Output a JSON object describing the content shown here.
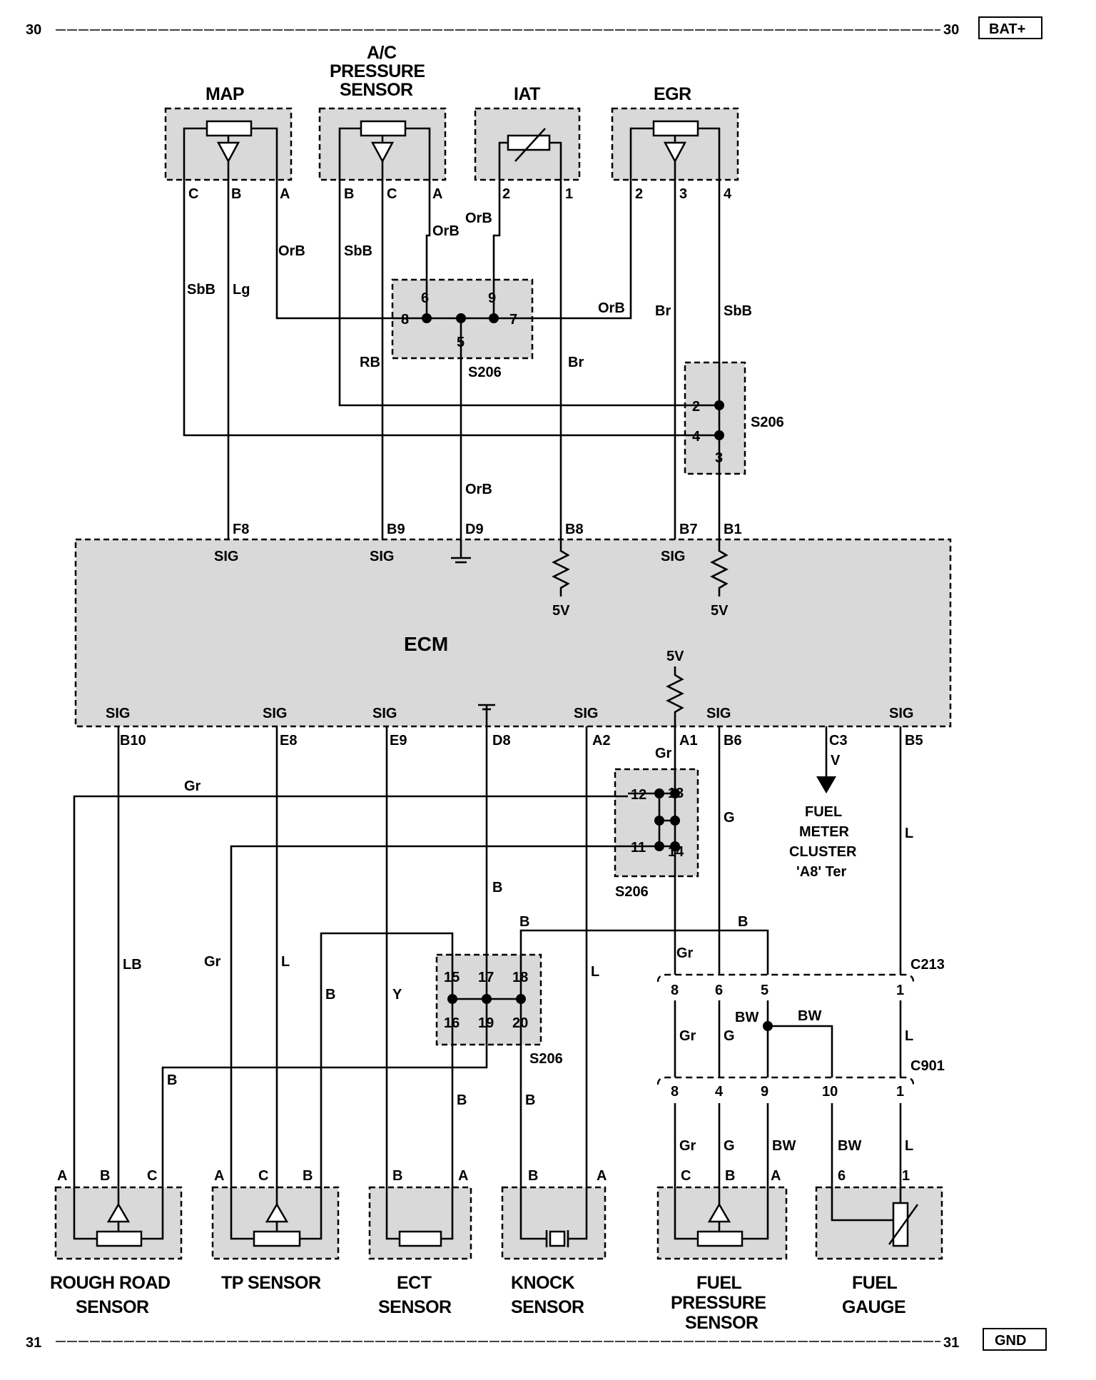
{
  "rails": {
    "top_left": "30",
    "top_right": "30",
    "top_tag": "BAT+",
    "bottom_left": "31",
    "bottom_right": "31",
    "bottom_tag": "GND"
  },
  "components_top": {
    "map": {
      "title": "MAP",
      "pins": [
        "C",
        "B",
        "A"
      ]
    },
    "ac": {
      "title1": "A/C",
      "title2": "PRESSURE",
      "title3": "SENSOR",
      "pins": [
        "B",
        "C",
        "A"
      ]
    },
    "iat": {
      "title": "IAT",
      "pins": [
        "2",
        "1"
      ]
    },
    "egr": {
      "title": "EGR",
      "pins": [
        "2",
        "3",
        "4"
      ]
    }
  },
  "splices": {
    "s206_a": {
      "label": "S206",
      "pins": [
        "6",
        "9",
        "8",
        "7",
        "5"
      ]
    },
    "s206_b": {
      "label": "S206",
      "pins": [
        "2",
        "4",
        "3"
      ]
    },
    "s206_c": {
      "label": "S206",
      "pins": [
        "12",
        "13",
        "11",
        "14"
      ]
    },
    "s206_d": {
      "label": "S206",
      "pins": [
        "15",
        "17",
        "18",
        "16",
        "19",
        "20"
      ]
    }
  },
  "wire_colors": {
    "map_c": "SbB",
    "map_b": "Lg",
    "map_a": "OrB",
    "ac_b": "SbB",
    "ac_c": "RB",
    "ac_a": "OrB",
    "iat_2": "OrB",
    "iat_1": "Br",
    "egr_2": "OrB",
    "egr_3": "Br",
    "egr_4": "SbB",
    "gnd_orb": "OrB",
    "rr_gr": "Gr",
    "rr_lb": "LB",
    "rr_b": "B",
    "tp_gr": "Gr",
    "tp_l": "L",
    "tp_b": "B",
    "ect_y": "Y",
    "ect_b": "B",
    "knock_l": "L",
    "knock_b": "B",
    "d8_b": "B",
    "s206_b_top": "B",
    "s206_to_c213": "B",
    "a1_gr": "Gr",
    "b6_g": "G",
    "c3_v": "V",
    "b5_l": "L",
    "c213_gr": "Gr",
    "c213_g": "G",
    "c213_bw1": "BW",
    "c213_bw2": "BW",
    "c213_l": "L",
    "fp_gr": "Gr",
    "fp_g": "G",
    "fp_bw": "BW",
    "fg_bw": "BW",
    "fg_l": "L"
  },
  "ecm": {
    "name": "ECM",
    "top_pins": [
      "F8",
      "B9",
      "D9",
      "B8",
      "B7",
      "B1"
    ],
    "top_sigs": [
      "SIG",
      "SIG",
      "SIG"
    ],
    "v5_a": "5V",
    "v5_b": "5V",
    "v5_c": "5V",
    "bottom_pins": [
      "B10",
      "E8",
      "E9",
      "D8",
      "A2",
      "A1",
      "B6",
      "C3",
      "B5"
    ],
    "bottom_sigs": [
      "SIG",
      "SIG",
      "SIG",
      "SIG",
      "SIG",
      "SIG"
    ]
  },
  "fuel_meter": {
    "l1": "FUEL",
    "l2": "METER",
    "l3": "CLUSTER",
    "l4": "'A8' Ter"
  },
  "connectors": {
    "c213": {
      "name": "C213",
      "pins": [
        "8",
        "6",
        "5",
        "1"
      ]
    },
    "c901": {
      "name": "C901",
      "pins": [
        "8",
        "4",
        "9",
        "10",
        "1"
      ]
    }
  },
  "components_bottom": {
    "rough": {
      "l1": "ROUGH ROAD",
      "l2": "SENSOR",
      "pins": [
        "A",
        "B",
        "C"
      ]
    },
    "tp": {
      "l1": "TP SENSOR",
      "pins": [
        "A",
        "C",
        "B"
      ]
    },
    "ect": {
      "l1": "ECT",
      "l2": "SENSOR",
      "pins": [
        "B",
        "A"
      ]
    },
    "knock": {
      "l1": "KNOCK",
      "l2": "SENSOR",
      "pins": [
        "B",
        "A"
      ]
    },
    "fuelp": {
      "l1": "FUEL",
      "l2": "PRESSURE",
      "l3": "SENSOR",
      "pins": [
        "C",
        "B",
        "A"
      ]
    },
    "fuelg": {
      "l1": "FUEL",
      "l2": "GAUGE",
      "pins": [
        "6",
        "1"
      ]
    }
  }
}
